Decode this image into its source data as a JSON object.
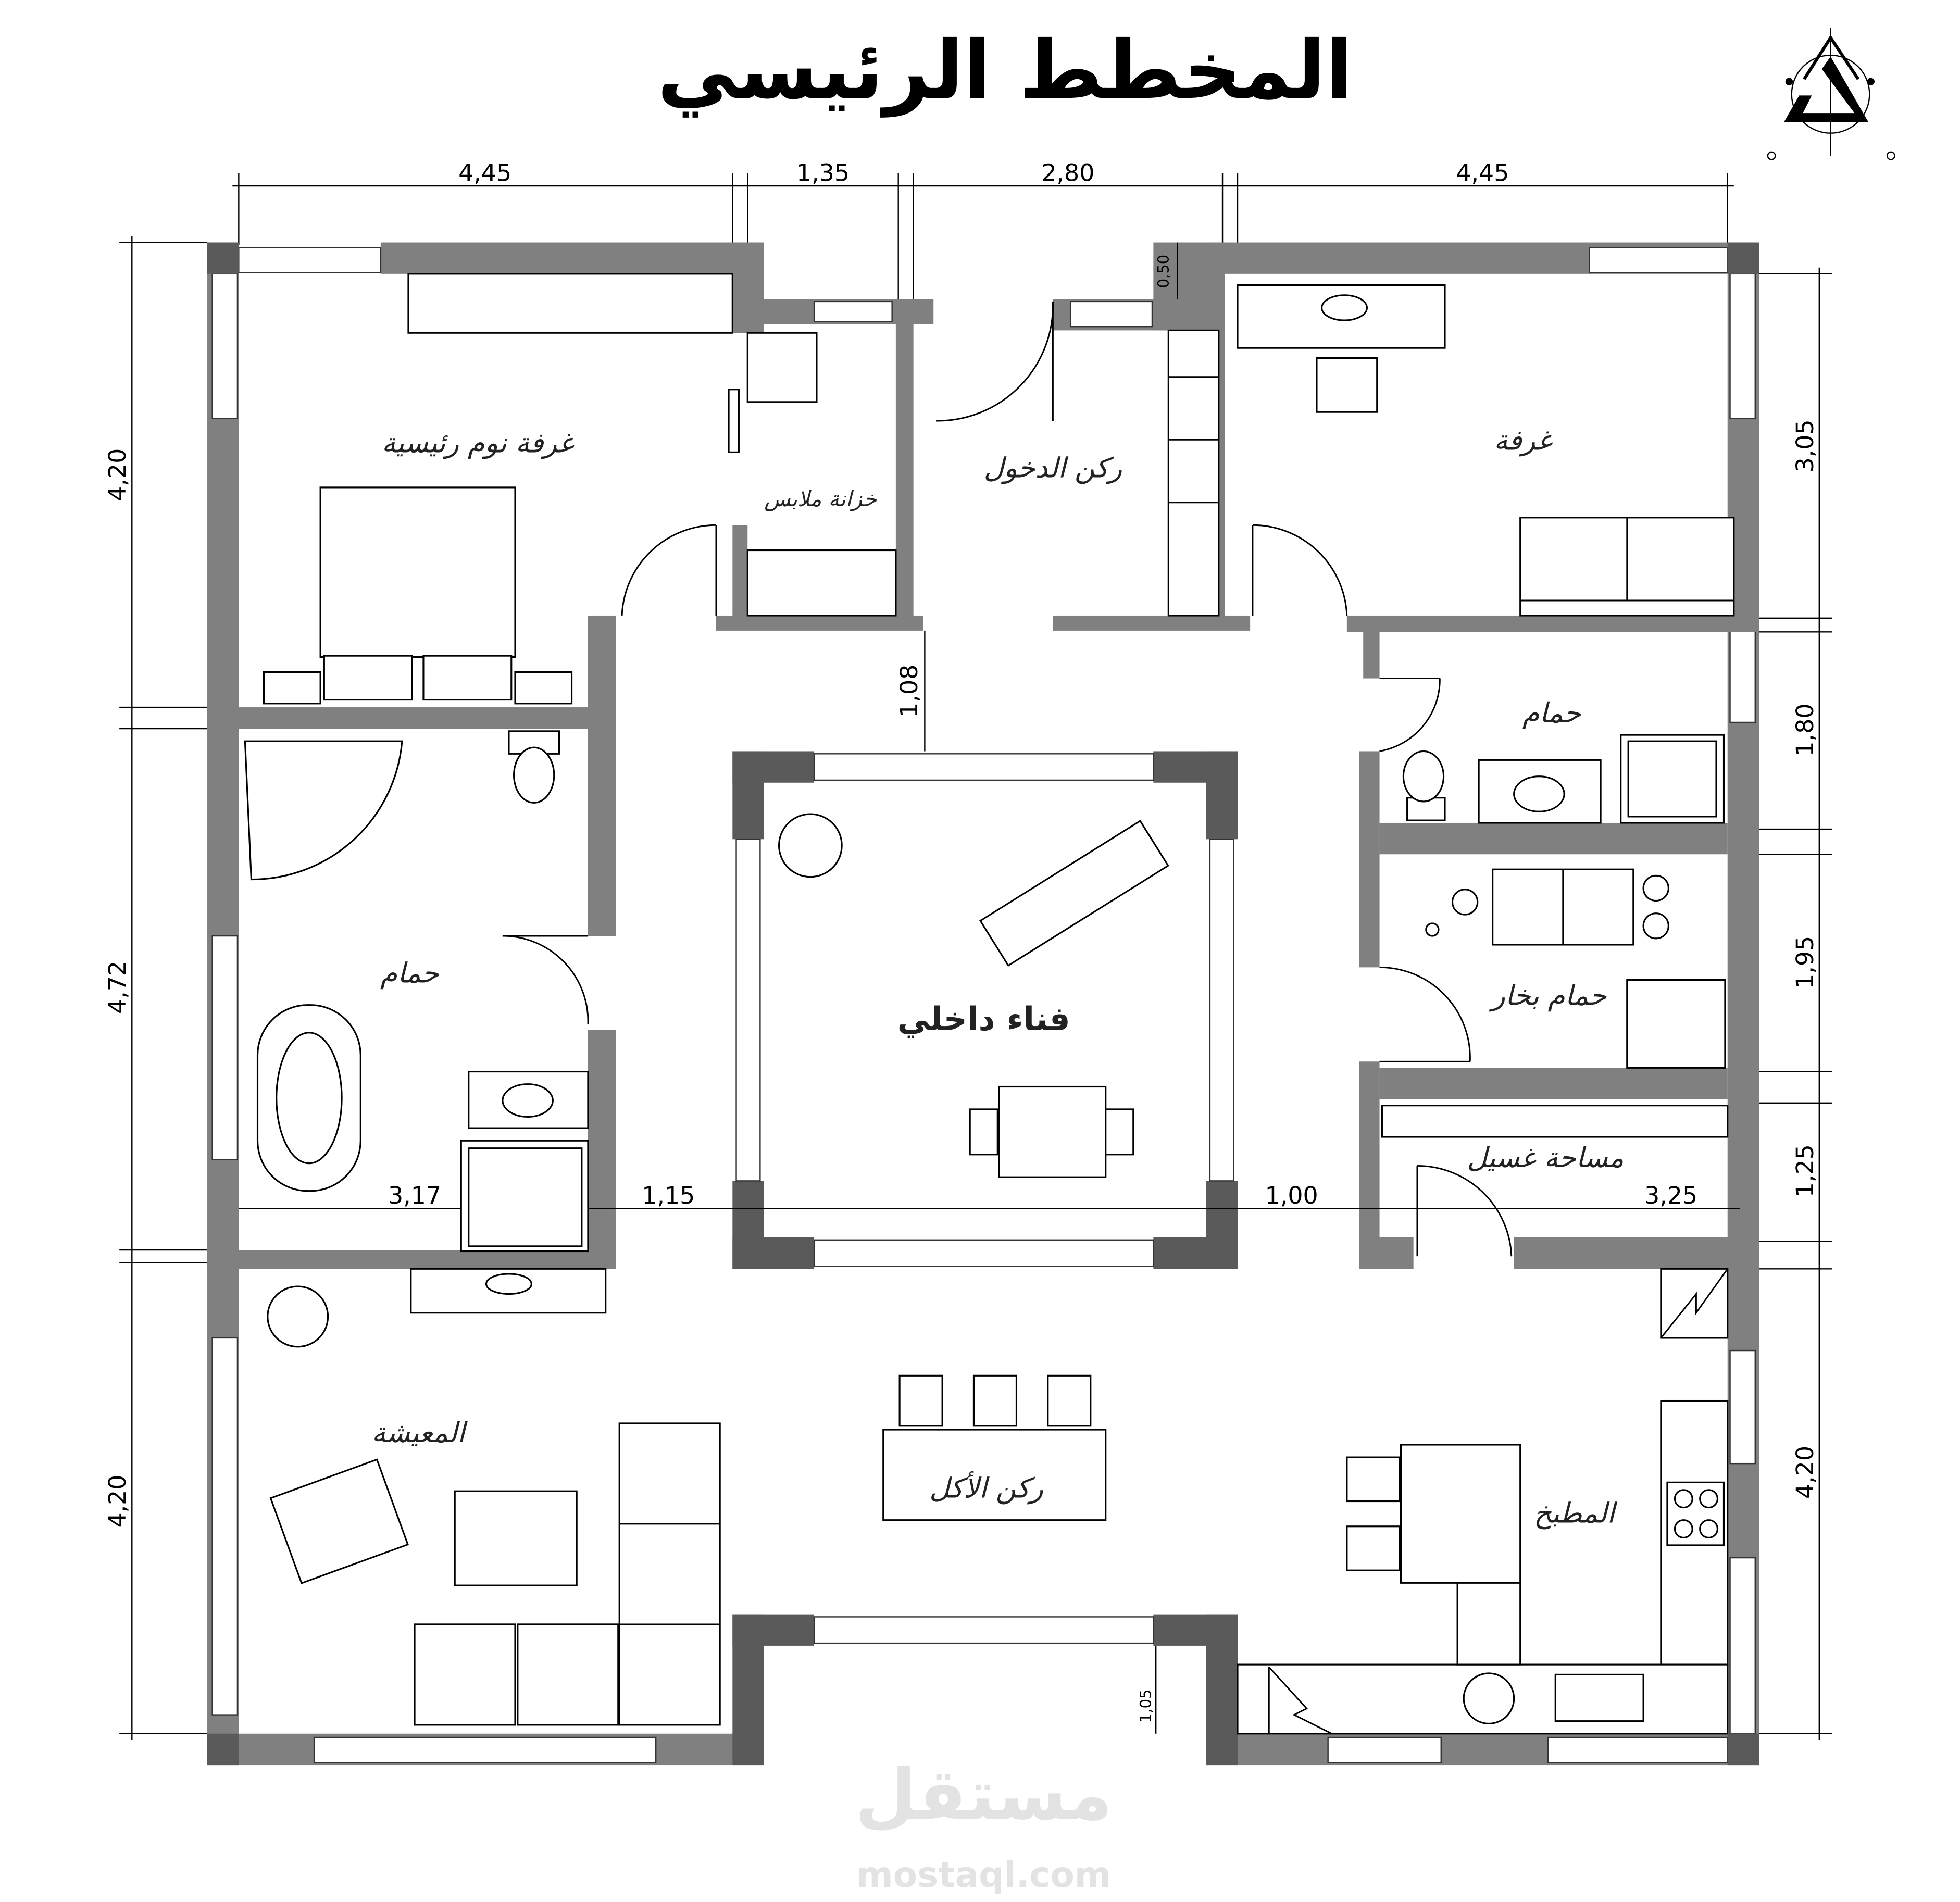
{
  "title": "المخطط الرئيسي",
  "rooms": {
    "master_bedroom": "غرفة نوم رئيسية",
    "closet": "خزانة ملابس",
    "entrance": "ركن الدخول",
    "bedroom": "غرفة",
    "master_bath": "حمام",
    "bath": "حمام",
    "steam_bath": "حمام بخار",
    "laundry": "مساحة غسيل",
    "courtyard": "فناء داخلي",
    "living": "المعيشة",
    "dining": "ركن الأكل",
    "kitchen": "المطبخ"
  },
  "dimensions": {
    "top": [
      "4,45",
      "1,35",
      "2,80",
      "4,45"
    ],
    "left": [
      "4,20",
      "4,72",
      "4,20"
    ],
    "right": [
      "3,05",
      "1,80",
      "1,95",
      "1,25",
      "4,20"
    ],
    "interior": {
      "bath_width": "3,17",
      "corridor_left": "1,15",
      "corridor_right": "1,00",
      "laundry_width": "3,25",
      "corridor_depth": "1,08",
      "entry_recess": "0,50",
      "court_recess": "1,05"
    }
  },
  "watermark": {
    "arabic": "مستقل",
    "latin": "mostaql.com"
  },
  "colors": {
    "wall": "#808080",
    "wall_corner": "#5a5a5a",
    "line": "#000000",
    "watermark": "#e3e3e3"
  }
}
